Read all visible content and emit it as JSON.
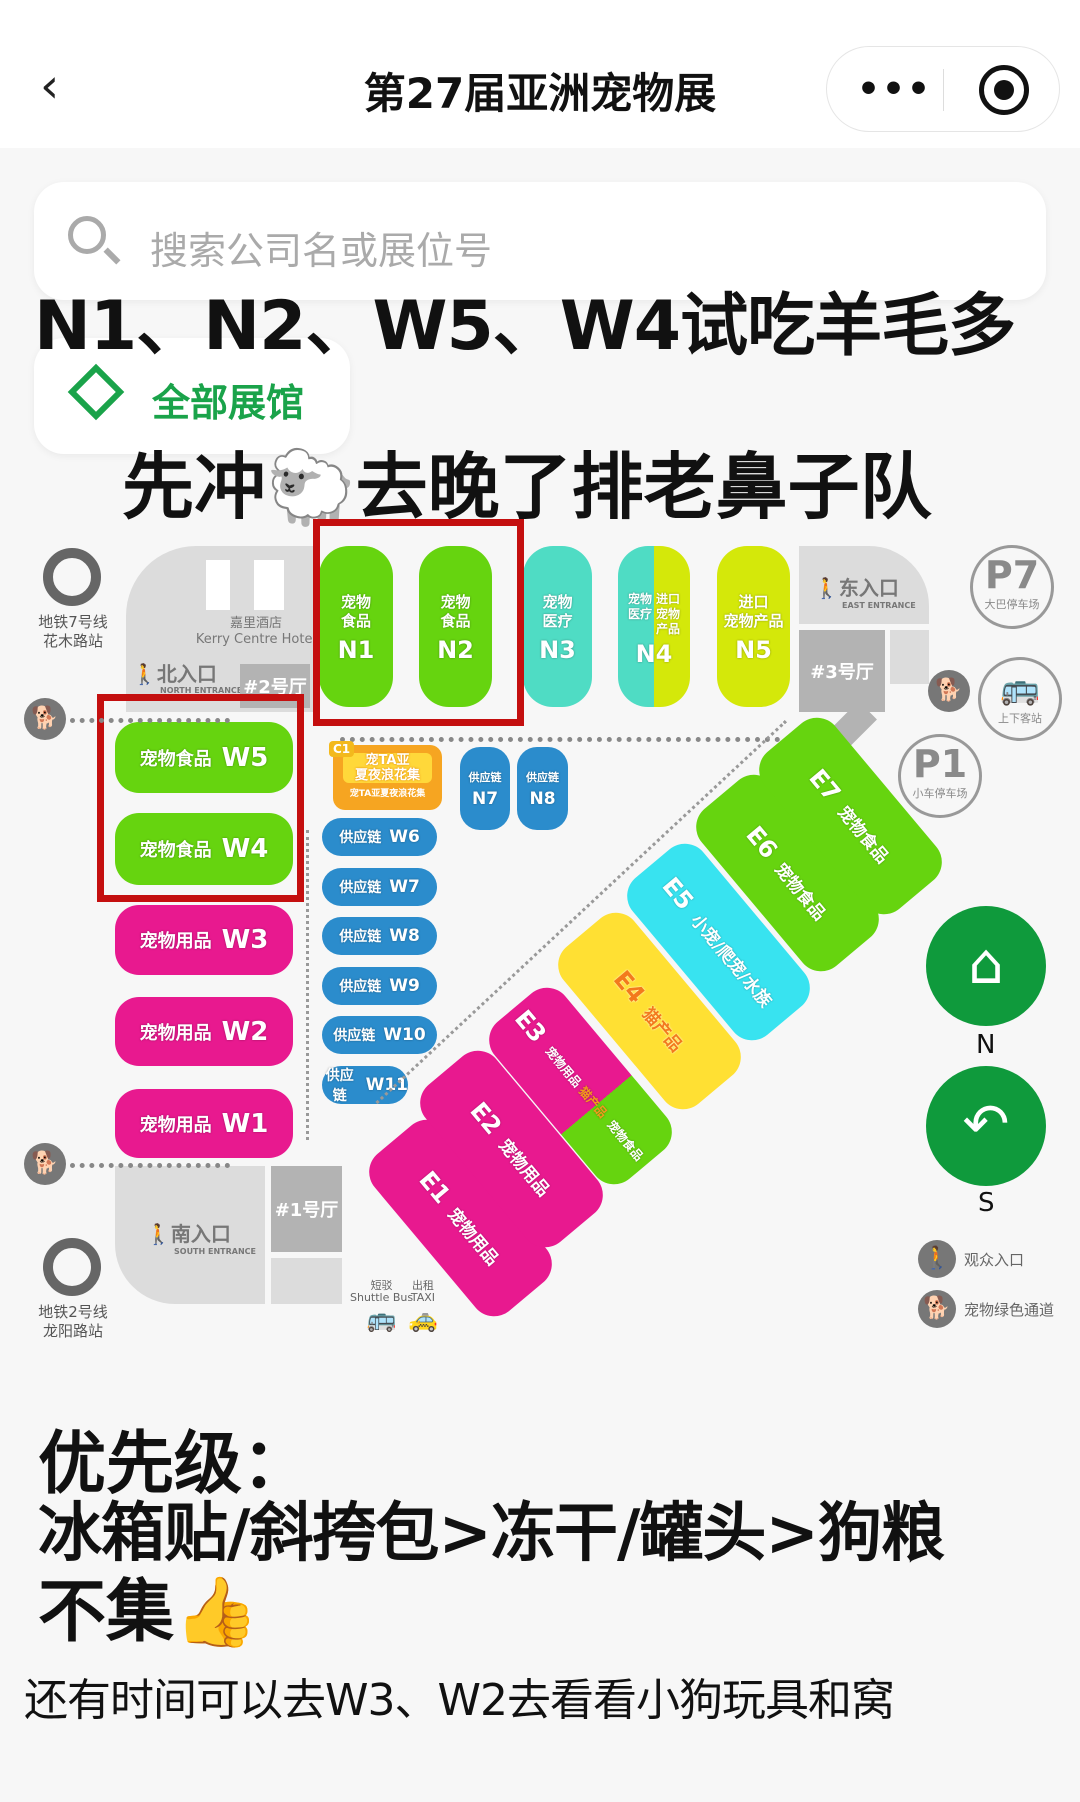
{
  "header": {
    "title": "第27届亚洲宠物展",
    "back_icon": "chevron-left-icon",
    "more_icon": "more-dots-icon",
    "target_icon": "target-icon"
  },
  "search": {
    "placeholder": "搜索公司名或展位号"
  },
  "filter": {
    "label": "全部展馆",
    "icon": "layers-icon"
  },
  "overlay": {
    "line1": "N1、N2、W5、W4试吃羊毛多",
    "line2": "先冲🐑去晚了排老鼻子队"
  },
  "map": {
    "north_halls": [
      {
        "id": "N1",
        "label": "宠物\n食品",
        "color": "#66d40f"
      },
      {
        "id": "N2",
        "label": "宠物\n食品",
        "color": "#66d40f"
      },
      {
        "id": "N3",
        "label": "宠物\n医疗",
        "color": "#4fdcc4"
      },
      {
        "id": "N4",
        "label": "宠物\n医疗",
        "label2": "进口\n宠物\n产品",
        "color": "#4fdcc4",
        "color2": "#d4e80a"
      },
      {
        "id": "N5",
        "label": "进口\n宠物产品",
        "color": "#d4e80a"
      }
    ],
    "west_halls": [
      {
        "id": "W5",
        "label": "宠物食品",
        "color": "#66d40f"
      },
      {
        "id": "W4",
        "label": "宠物食品",
        "color": "#66d40f"
      },
      {
        "id": "W3",
        "label": "宠物用品",
        "color": "#e8198f"
      },
      {
        "id": "W2",
        "label": "宠物用品",
        "color": "#e8198f"
      },
      {
        "id": "W1",
        "label": "宠物用品",
        "color": "#e8198f"
      }
    ],
    "supply_halls": [
      {
        "id": "W6",
        "label": "供应链"
      },
      {
        "id": "W7",
        "label": "供应链"
      },
      {
        "id": "W8",
        "label": "供应链"
      },
      {
        "id": "W9",
        "label": "供应链"
      },
      {
        "id": "W10",
        "label": "供应链"
      },
      {
        "id": "W11",
        "label": "供应链"
      }
    ],
    "n_supply": [
      {
        "id": "N7",
        "label": "供应链"
      },
      {
        "id": "N8",
        "label": "供应链"
      }
    ],
    "c1": {
      "id": "C1",
      "title": "宠TA亚\n夏夜浪花集",
      "caption": "宠TA亚夏夜浪花集"
    },
    "east_halls": [
      {
        "id": "E1",
        "label": "宠物用品",
        "color": "#e8198f"
      },
      {
        "id": "E2",
        "label": "宠物用品",
        "color": "#e8198f"
      },
      {
        "id": "E3",
        "label": "宠物用品",
        "sub1": "猫产品",
        "sub2": "宠物食品",
        "color": "#e8198f"
      },
      {
        "id": "E4",
        "label": "猫产品",
        "color": "#ffe033"
      },
      {
        "id": "E5",
        "label": "小宠/爬宠/水族",
        "color": "#38e3f0"
      },
      {
        "id": "E6",
        "label": "宠物食品",
        "color": "#66d40f"
      },
      {
        "id": "E7",
        "label": "宠物食品",
        "color": "#66d40f"
      }
    ],
    "hotel": {
      "name": "嘉里酒店",
      "name_en": "Kerry Centre Hotel"
    },
    "entrances": {
      "north": "北入口",
      "north_en": "NORTH ENTRANCE",
      "east": "东入口",
      "east_en": "EAST ENTRANCE",
      "south": "南入口",
      "south_en": "SOUTH ENTRANCE"
    },
    "hall_numbers": {
      "h1": "#1号厅",
      "h2": "#2号厅",
      "h3": "#3号厅"
    },
    "metro": [
      {
        "line": "地铁7号线",
        "station": "花木路站"
      },
      {
        "line": "地铁2号线",
        "station": "龙阳路站"
      }
    ],
    "parking": {
      "p7": "P7",
      "p7_label": "大巴停车场",
      "bus": "上下客站",
      "p1": "P1",
      "p1_label": "小车停车场"
    },
    "transport": {
      "shuttle_cn": "短驳",
      "shuttle_en": "Shuttle Bus",
      "taxi_cn": "出租",
      "taxi_en": "TAXI"
    },
    "compass": {
      "n": "N",
      "s": "S"
    },
    "legend": [
      {
        "icon": "pedestrian-icon",
        "label": "观众入口"
      },
      {
        "icon": "pet-walk-icon",
        "label": "宠物绿色通道"
      }
    ],
    "highlight_color": "#c40f0f"
  },
  "buttons": {
    "home_icon": "home-icon",
    "back_icon": "undo-icon"
  },
  "bottom": {
    "l1": "优先级：",
    "l2": "冰箱贴/斜挎包>冻干/罐头>狗粮",
    "l3": "不集👍",
    "l4": "还有时间可以去W3、W2去看看小狗玩具和窝"
  }
}
